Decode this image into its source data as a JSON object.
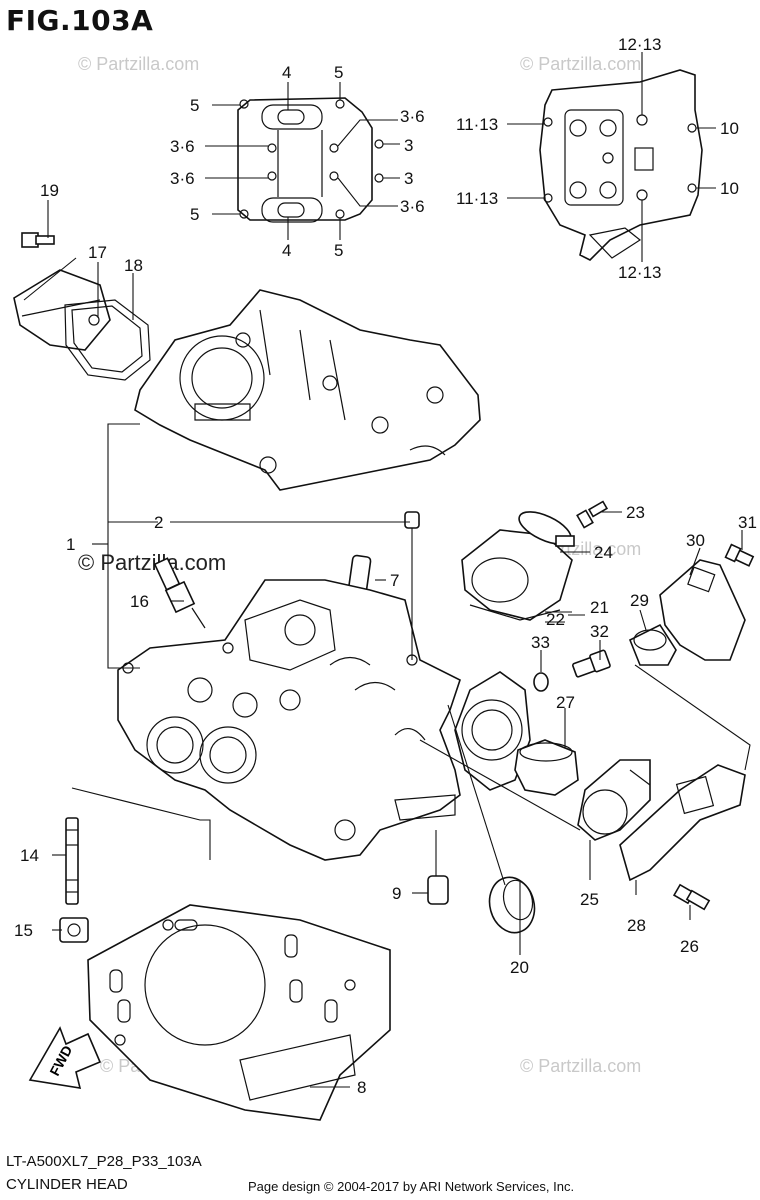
{
  "figure": {
    "title": "FIG.103A",
    "code": "LT-A500XL7_P28_P33_103A",
    "name": "CYLINDER HEAD",
    "credit": "Page design © 2004-2017 by ARI Network Services, Inc."
  },
  "watermarks": {
    "faint": "© Partzilla.com",
    "prominent": "© Partzilla.com"
  },
  "fwd_label": "FWD",
  "callouts": {
    "c1": "1",
    "c2": "2",
    "c3a": "3",
    "c3b": "3",
    "c36a": "3·6",
    "c36b": "3·6",
    "c36c": "3·6",
    "c36d": "3·6",
    "c4a": "4",
    "c4b": "4",
    "c5a": "5",
    "c5b": "5",
    "c5c": "5",
    "c5d": "5",
    "c7": "7",
    "c8": "8",
    "c9": "9",
    "c10a": "10",
    "c10b": "10",
    "c1113a": "11·13",
    "c1113b": "11·13",
    "c1213a": "12·13",
    "c1213b": "12·13",
    "c14": "14",
    "c15": "15",
    "c16": "16",
    "c17": "17",
    "c18": "18",
    "c19": "19",
    "c20": "20",
    "c21": "21",
    "c22": "22",
    "c23": "23",
    "c24": "24",
    "c25": "25",
    "c26": "26",
    "c27": "27",
    "c28": "28",
    "c29": "29",
    "c30": "30",
    "c31": "31",
    "c32": "32",
    "c33": "33"
  }
}
